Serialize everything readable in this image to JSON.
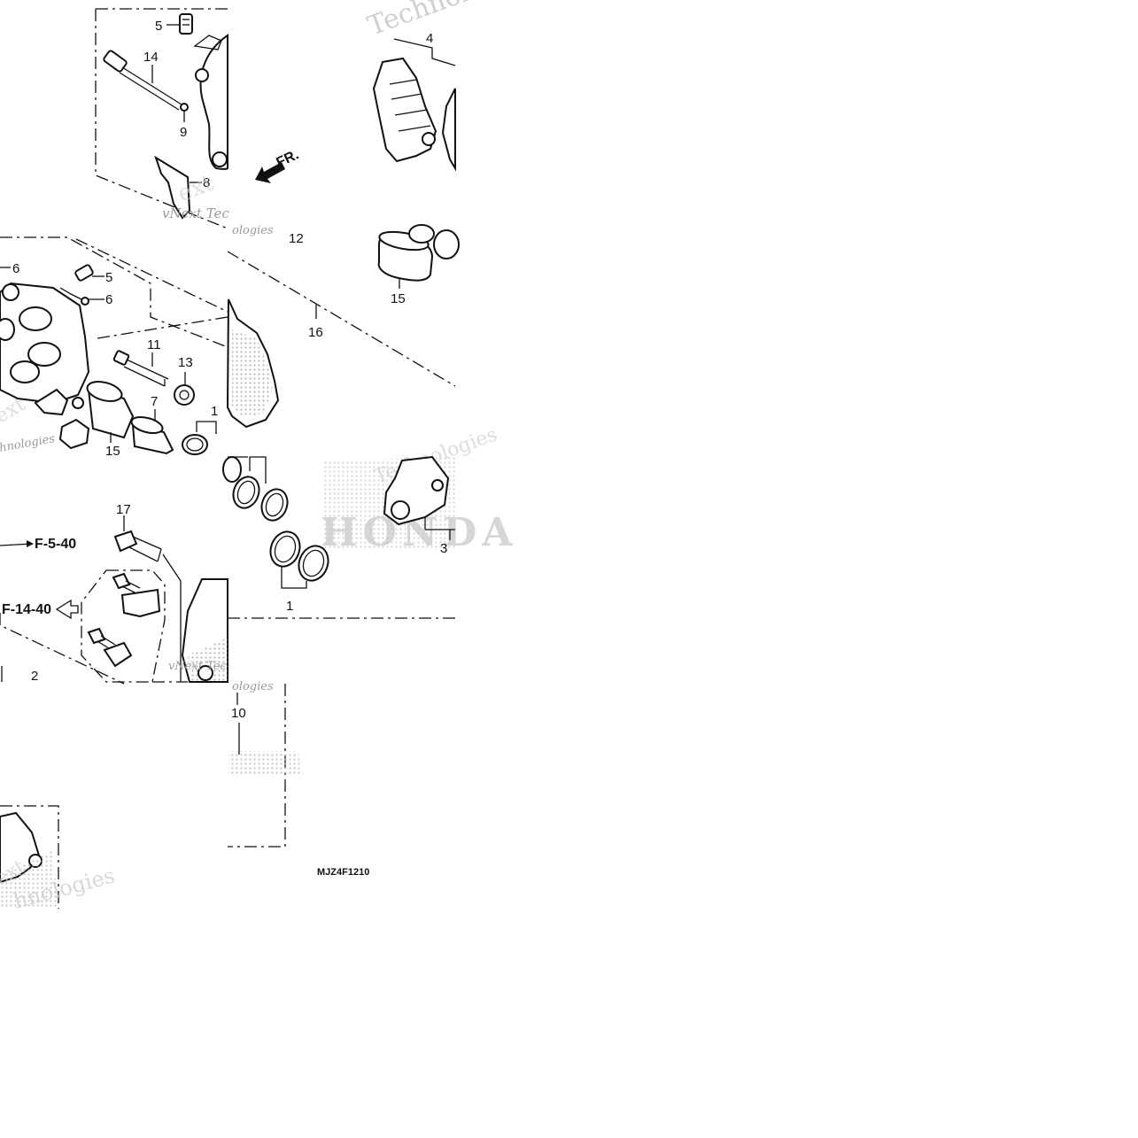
{
  "diagram": {
    "direction_label": "FR.",
    "references": {
      "ref_a": "F-5-40",
      "ref_b": "F-14-40"
    },
    "drawing_code": "MJZ4F1210",
    "watermark": {
      "brand": "Technologies",
      "brand_short": "vNext Tec",
      "brand_small": "ologies",
      "brand_mid": "ext",
      "brand_end": "hnologies",
      "logo_text": "HONDA"
    },
    "part_numbers": {
      "n1": "1",
      "n2": "2",
      "n3": "3",
      "n4": "4",
      "n5": "5",
      "n6": "6",
      "n7": "7",
      "n8": "8",
      "n9": "9",
      "n10": "10",
      "n11": "11",
      "n12": "12",
      "n13": "13",
      "n14": "14",
      "n15": "15",
      "n16": "16",
      "n17": "17"
    }
  }
}
